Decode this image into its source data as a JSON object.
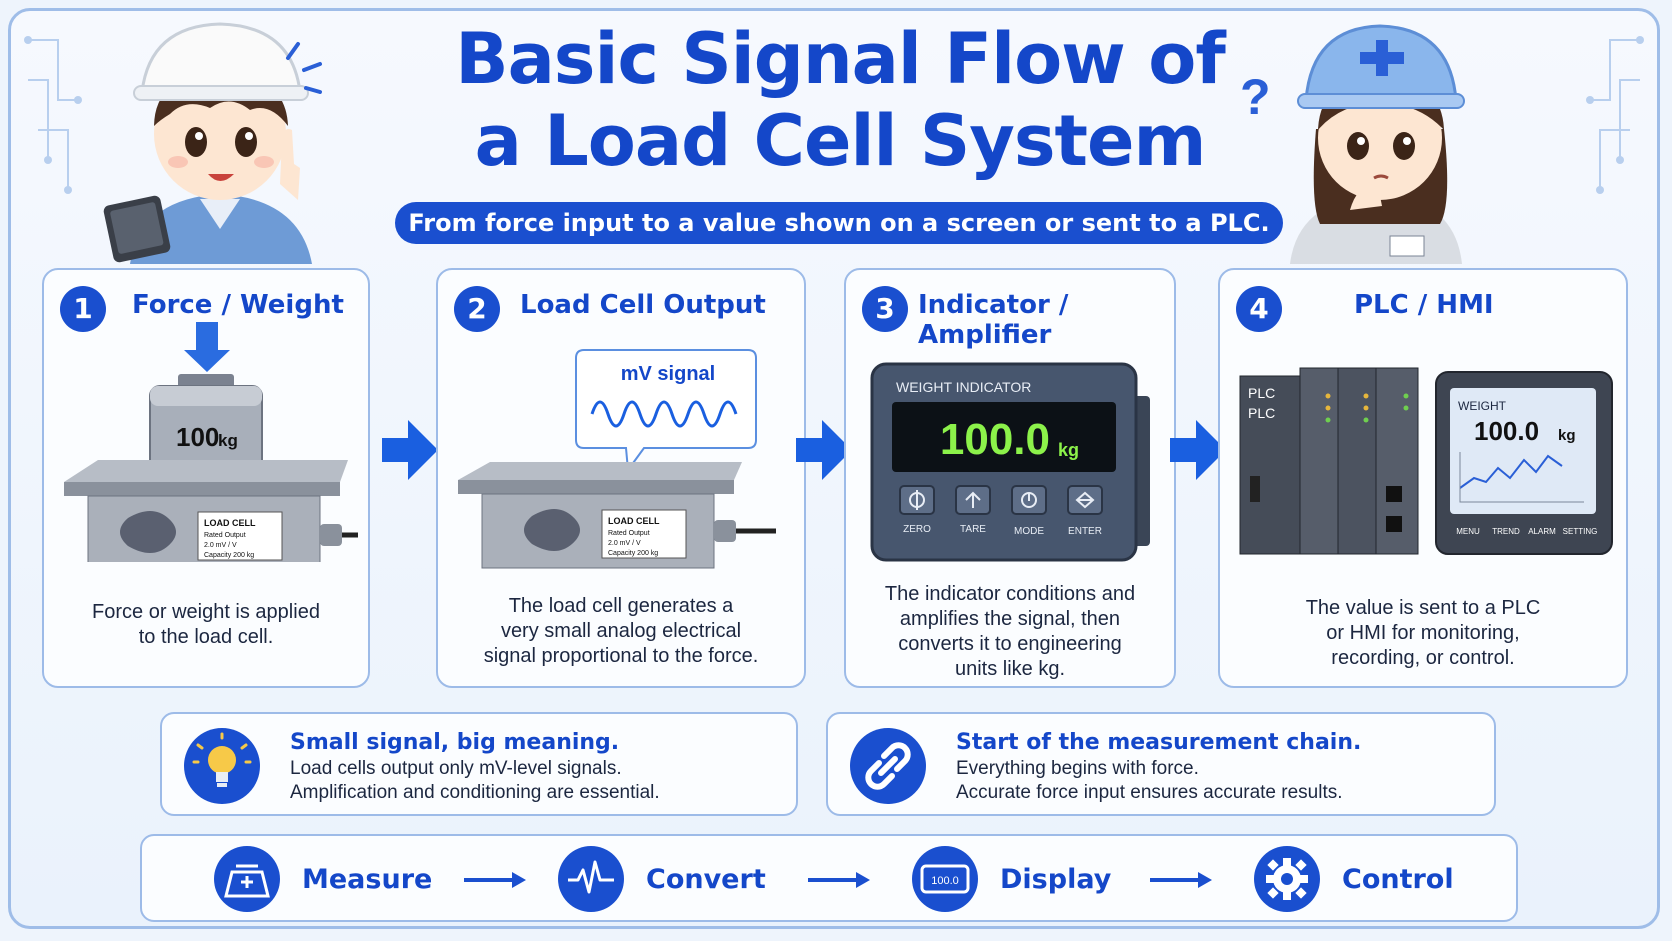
{
  "title_line1": "Basic Signal Flow of",
  "title_line2": "a Load Cell System",
  "subtitle": "From force input to a value shown on a screen or sent to a PLC.",
  "steps": [
    {
      "number": "1",
      "title": "Force / Weight",
      "weight_value": "100",
      "weight_unit": "kg",
      "label": {
        "title": "LOAD CELL",
        "line1": "Rated Output",
        "line2": "2.0 mV / V",
        "line3": "Capacity 200 kg"
      },
      "desc_lines": [
        "Force or weight is applied",
        "to the load cell."
      ]
    },
    {
      "number": "2",
      "title": "Load Cell Output",
      "bubble": "mV signal",
      "label": {
        "title": "LOAD CELL",
        "line1": "Rated Output",
        "line2": "2.0 mV / V",
        "line3": "Capacity 200 kg"
      },
      "desc_lines": [
        "The load cell generates a",
        "very small analog electrical",
        "signal proportional to the force."
      ]
    },
    {
      "number": "3",
      "title": "Indicator / Amplifier",
      "device_title": "WEIGHT INDICATOR",
      "display_value": "100.0",
      "display_unit": "kg",
      "buttons": [
        "ZERO",
        "TARE",
        "MODE",
        "ENTER"
      ],
      "desc_lines": [
        "The indicator conditions and",
        "amplifies the signal, then",
        "converts it to engineering",
        "units like kg."
      ]
    },
    {
      "number": "4",
      "title": "PLC / HMI",
      "plc_labels": [
        "PLC",
        "PLC"
      ],
      "hmi_label": "WEIGHT",
      "hmi_value": "100.0",
      "hmi_unit": "kg",
      "hmi_buttons": [
        "MENU",
        "TREND",
        "ALARM",
        "SETTING"
      ],
      "desc_lines": [
        "The value is sent to a PLC",
        "or HMI for monitoring,",
        "recording, or control."
      ]
    }
  ],
  "info_boxes": [
    {
      "icon": "lightbulb-icon",
      "title": "Small signal, big meaning.",
      "lines": [
        "Load cells output only mV-level signals.",
        "Amplification and conditioning are essential."
      ]
    },
    {
      "icon": "link-icon",
      "title": "Start of the measurement chain.",
      "lines": [
        "Everything begins with force.",
        "Accurate force input ensures accurate results."
      ]
    }
  ],
  "flow": [
    {
      "icon": "scale-icon",
      "label": "Measure"
    },
    {
      "icon": "waveform-icon",
      "label": "Convert"
    },
    {
      "icon": "display-icon",
      "label": "Display",
      "icon_text": "100.0"
    },
    {
      "icon": "gear-icon",
      "label": "Control"
    }
  ],
  "colors": {
    "accent": "#1a4fcf",
    "title": "#1447c9",
    "border": "#9dbbe8",
    "display_green": "#8cf24a"
  }
}
